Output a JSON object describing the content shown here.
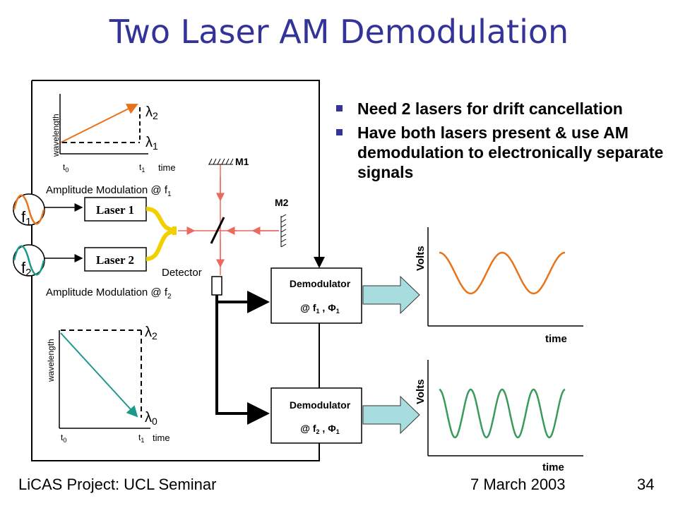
{
  "slide": {
    "title": "Two Laser AM Demodulation",
    "bullets": [
      "Need 2 lasers for drift cancellation",
      "Have both lasers present & use AM demodulation to electronically separate signals"
    ],
    "footer": {
      "left": "LiCAS Project: UCL Seminar",
      "date": "7 March 2003",
      "page": "34"
    }
  },
  "diagram": {
    "laser1": "Laser 1",
    "laser2": "Laser 2",
    "am1": {
      "text": "Amplitude Modulation @ f",
      "sub": "1"
    },
    "am2": {
      "text": "Amplitude Modulation @ f",
      "sub": "2"
    },
    "f1": {
      "main": "f",
      "sub": "1"
    },
    "f2": {
      "main": "f",
      "sub": "2"
    },
    "m1": "M1",
    "m2": "M2",
    "detector": "Detector",
    "demod1": {
      "title": "Demodulator",
      "at": "@ f",
      "fsub": "1",
      "sep": " ,  ",
      "phi": "Φ",
      "phisub": "1"
    },
    "demod2": {
      "title": "Demodulator",
      "at": "@ f",
      "fsub": "2",
      "sep": " ,  ",
      "phi": "Φ",
      "phisub": "1"
    },
    "plot1": {
      "ylabel": "wavelength",
      "xlabel": "time",
      "t0": "t",
      "t0sub": "0",
      "t1": "t",
      "t1sub": "1",
      "top": "λ",
      "topsub": "2",
      "bottom": "λ",
      "bottomsub": "1"
    },
    "plot2": {
      "ylabel": "wavelength",
      "xlabel": "time",
      "t0": "t",
      "t0sub": "0",
      "t1": "t",
      "t1sub": "1",
      "top": "λ",
      "topsub": "2",
      "bottom": "λ",
      "bottomsub": "0"
    },
    "out1": {
      "ylabel": "Volts",
      "xlabel": "time",
      "cycles": 2,
      "color": "#e8731a"
    },
    "out2": {
      "ylabel": "Volts",
      "xlabel": "time",
      "cycles": 4,
      "color": "#3a9a5c"
    },
    "colors": {
      "beam": "#ea6a60",
      "fiber": "#f2d000",
      "ramp_up": "#e8731a",
      "ramp_down": "#1a9a8a",
      "arrow_fill": "#a8dde0",
      "title": "#333399"
    }
  }
}
